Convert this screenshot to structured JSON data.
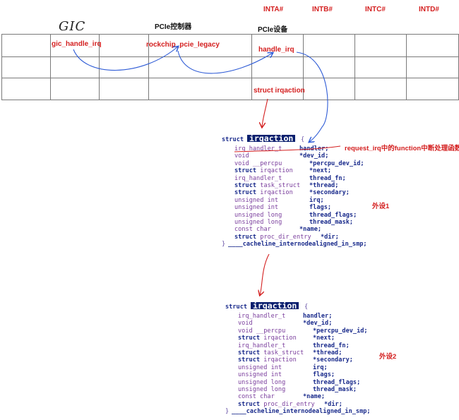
{
  "headers": {
    "gic": "GIC",
    "pcie_controller": "PCIe控制器",
    "pcie_device": "PCIe设备",
    "inta": "INTA#",
    "intb": "INTB#",
    "intc": "INTC#",
    "intd": "INTD#"
  },
  "cells": {
    "gic_handle_irq": "gic_handle_irq",
    "rockchip_pcie_legacy": "rockchip_pcie_legacy",
    "handle_irq": "handle_irq",
    "struct_irqaction": "struct irqaction"
  },
  "annotations": {
    "request_irq": "request_irq中的function中断处理函数",
    "device1": "外设1",
    "device2": "外设2"
  },
  "struct": {
    "keyword": "struct",
    "name": "irqaction",
    "open_brace": "{",
    "close_brace": "}",
    "tail": "____cacheline_internodealigned_in_smp;",
    "fields": [
      {
        "type": "irq_handler_t",
        "name": "handler;"
      },
      {
        "type": "void",
        "name": "*dev_id;"
      },
      {
        "type": "void __percpu",
        "name": "*percpu_dev_id;"
      },
      {
        "type": "struct irqaction",
        "name": "*next;"
      },
      {
        "type": "irq_handler_t",
        "name": "thread_fn;"
      },
      {
        "type": "struct task_struct",
        "name": "*thread;"
      },
      {
        "type": "struct irqaction",
        "name": "*secondary;"
      },
      {
        "type": "unsigned int",
        "name": "irq;"
      },
      {
        "type": "unsigned int",
        "name": "flags;"
      },
      {
        "type": "unsigned long",
        "name": "thread_flags;"
      },
      {
        "type": "unsigned long",
        "name": "thread_mask;"
      },
      {
        "type": "const char",
        "name": "*name;"
      },
      {
        "type": "struct proc_dir_entry",
        "name": "*dir;"
      }
    ]
  },
  "colors": {
    "header_red": "#d42020",
    "arrow_blue": "#2f5cd6",
    "arrow_red": "#d42020",
    "highlight_navy": "#0a1f6e"
  }
}
